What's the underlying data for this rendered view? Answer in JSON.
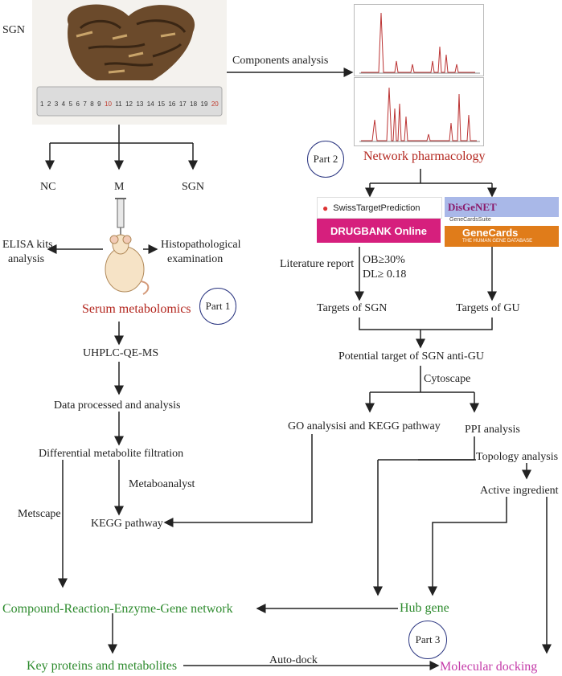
{
  "labels": {
    "sgn_top": "SGN",
    "components_analysis": "Components analysis",
    "network_pharmacology": "Network pharmacology",
    "part2": "Part 2",
    "nc": "NC",
    "m": "M",
    "sgn_group": "SGN",
    "elisa": "ELISA kits",
    "elisa2": "analysis",
    "histo": "Histopathological",
    "histo2": "examination",
    "serum_metabolomics": "Serum metabolomics",
    "part1": "Part 1",
    "uhplc": "UHPLC-QE-MS",
    "data_processed": "Data processed and analysis",
    "differential": "Differential metabolite filtration",
    "metaboanalyst": "Metaboanalyst",
    "metscape": "Metscape",
    "kegg_pathway": "KEGG pathway",
    "compound_network": "Compound-Reaction-Enzyme-Gene network",
    "key_proteins": "Key proteins and metabolites",
    "auto_dock": "Auto-dock",
    "molecular_docking": "Molecular docking",
    "part3": "Part 3",
    "literature": "Literature report",
    "ob": "OB≥30%",
    "dl": "DL≥ 0.18",
    "targets_sgn": "Targets of SGN",
    "targets_gu": "Targets of GU",
    "potential_target": "Potential target of SGN anti-GU",
    "cytoscape": "Cytoscape",
    "go_kegg": "GO analysisi and KEGG pathway",
    "ppi": "PPI analysis",
    "topology": "Topology analysis",
    "active_ingredient": "Active ingredient",
    "hub_gene": "Hub gene"
  },
  "logos": {
    "swiss": "SwissTargetPrediction",
    "drugbank": "DRUGBANK Online",
    "disgenet": "DisGeNET",
    "genecards": "GeneCards",
    "genecards_sub": "THE HUMAN GENE DATABASE",
    "genecards_suite": "GeneCardsSuite"
  },
  "ruler_numbers": [
    "1",
    "2",
    "3",
    "4",
    "5",
    "6",
    "7",
    "8",
    "9",
    "10",
    "11",
    "12",
    "13",
    "14",
    "15",
    "16",
    "17",
    "18",
    "19",
    "20"
  ],
  "colors": {
    "red": "#b3261e",
    "green": "#2e8b2e",
    "magenta": "#c43aa8",
    "circle": "#2a3580"
  }
}
